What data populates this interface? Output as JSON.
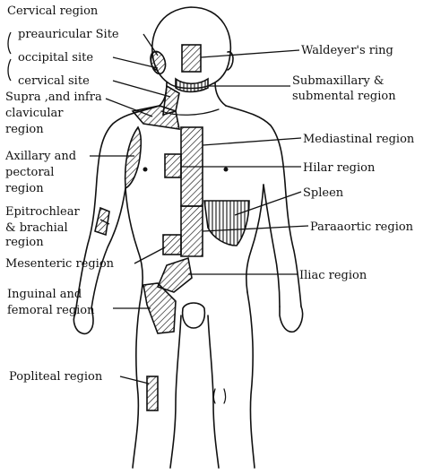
{
  "labels": {
    "cervical_region": "Cervical region",
    "preauricular_site": "preauricular Site",
    "occipital_site": "occipital site",
    "cervical_site": "cervical site",
    "supra_infra_1": "Supra ,and infra",
    "supra_infra_2": "clavicular",
    "supra_infra_3": "region",
    "axillary_1": "Axillary and",
    "axillary_2": "pectoral",
    "axillary_3": "region",
    "epitrochlear_1": "Epitrochlear",
    "epitrochlear_2": "& brachial",
    "epitrochlear_3": "region",
    "mesenteric": "Mesenteric region",
    "inguinal_1": "Inguinal and",
    "inguinal_2": "femoral region",
    "popliteal": "Popliteal region",
    "waldeyer": "Waldeyer's ring",
    "submaxillary_1": "Submaxillary &",
    "submaxillary_2": "submental region",
    "mediastinal": "Mediastinal region",
    "hilar": "Hilar region",
    "spleen": "Spleen",
    "paraaortic": "Paraaortic region",
    "iliac": "Iliac region"
  }
}
